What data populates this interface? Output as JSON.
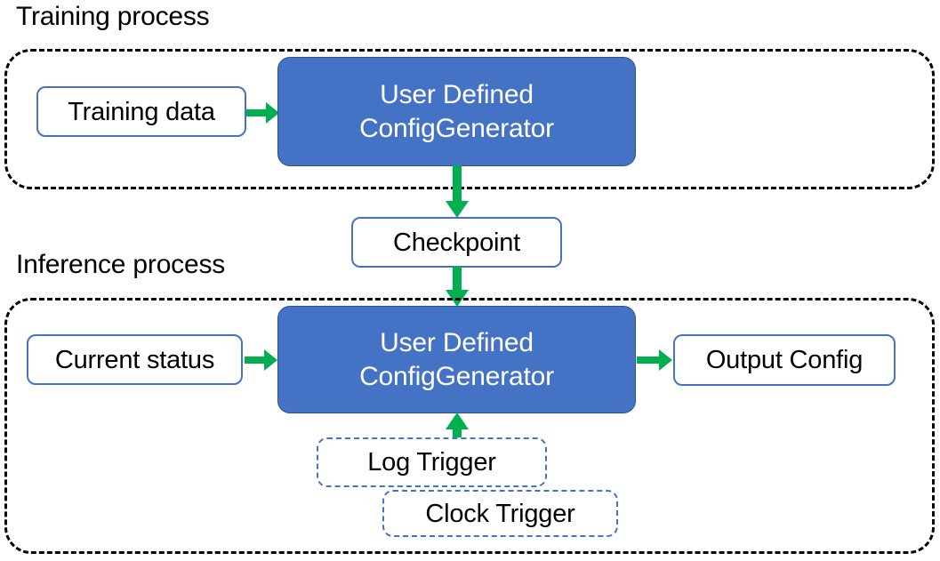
{
  "diagram": {
    "title_training": "Training process",
    "title_inference": "Inference process",
    "colors": {
      "process_box_fill": "#4472C4",
      "process_box_text": "#FFFFFF",
      "node_border": "#4472C4",
      "arrow_green": "#00B050",
      "container_border": "#000000",
      "text": "#000000"
    },
    "training_section": {
      "label": "Training process",
      "nodes": {
        "training_data": "Training data",
        "generator_line1": "User Defined",
        "generator_line2": "ConfigGenerator"
      },
      "arrows": [
        {
          "name": "training-data-to-generator",
          "direction": "right"
        },
        {
          "name": "generator-to-checkpoint",
          "direction": "down"
        }
      ]
    },
    "checkpoint": {
      "label": "Checkpoint"
    },
    "inference_section": {
      "label": "Inference process",
      "nodes": {
        "current_status": "Current status",
        "generator_line1": "User Defined",
        "generator_line2": "ConfigGenerator",
        "output_config": "Output Config",
        "log_trigger": "Log Trigger",
        "clock_trigger": "Clock Trigger"
      },
      "arrows": [
        {
          "name": "checkpoint-to-generator",
          "direction": "down"
        },
        {
          "name": "current-status-to-generator",
          "direction": "right"
        },
        {
          "name": "generator-to-output-config",
          "direction": "right"
        },
        {
          "name": "triggers-to-generator",
          "direction": "up"
        }
      ]
    }
  }
}
